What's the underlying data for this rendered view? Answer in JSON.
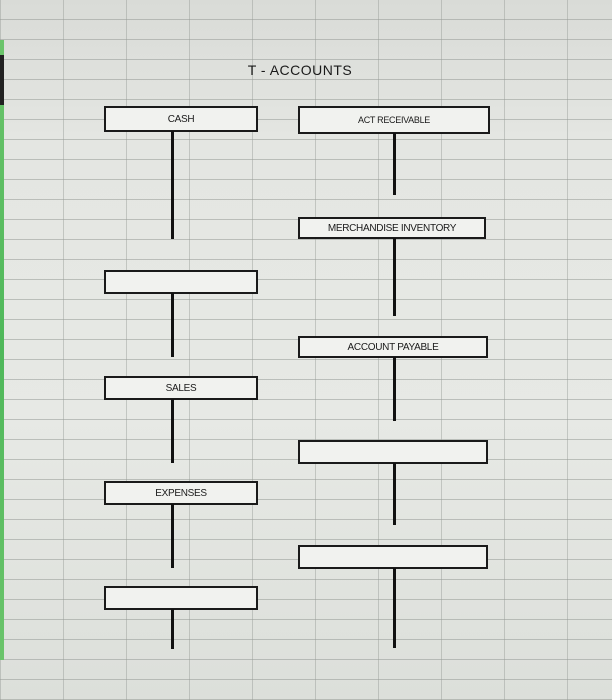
{
  "title": "T - ACCOUNTS",
  "accounts": {
    "left": [
      {
        "label": "CASH"
      },
      {
        "label": ""
      },
      {
        "label": "SALES"
      },
      {
        "label": "EXPENSES"
      },
      {
        "label": ""
      }
    ],
    "right": [
      {
        "label": "ACT RECEIVABLE"
      },
      {
        "label": "MERCHANDISE INVENTORY"
      },
      {
        "label": "ACCOUNT PAYABLE"
      },
      {
        "label": ""
      },
      {
        "label": ""
      }
    ]
  }
}
